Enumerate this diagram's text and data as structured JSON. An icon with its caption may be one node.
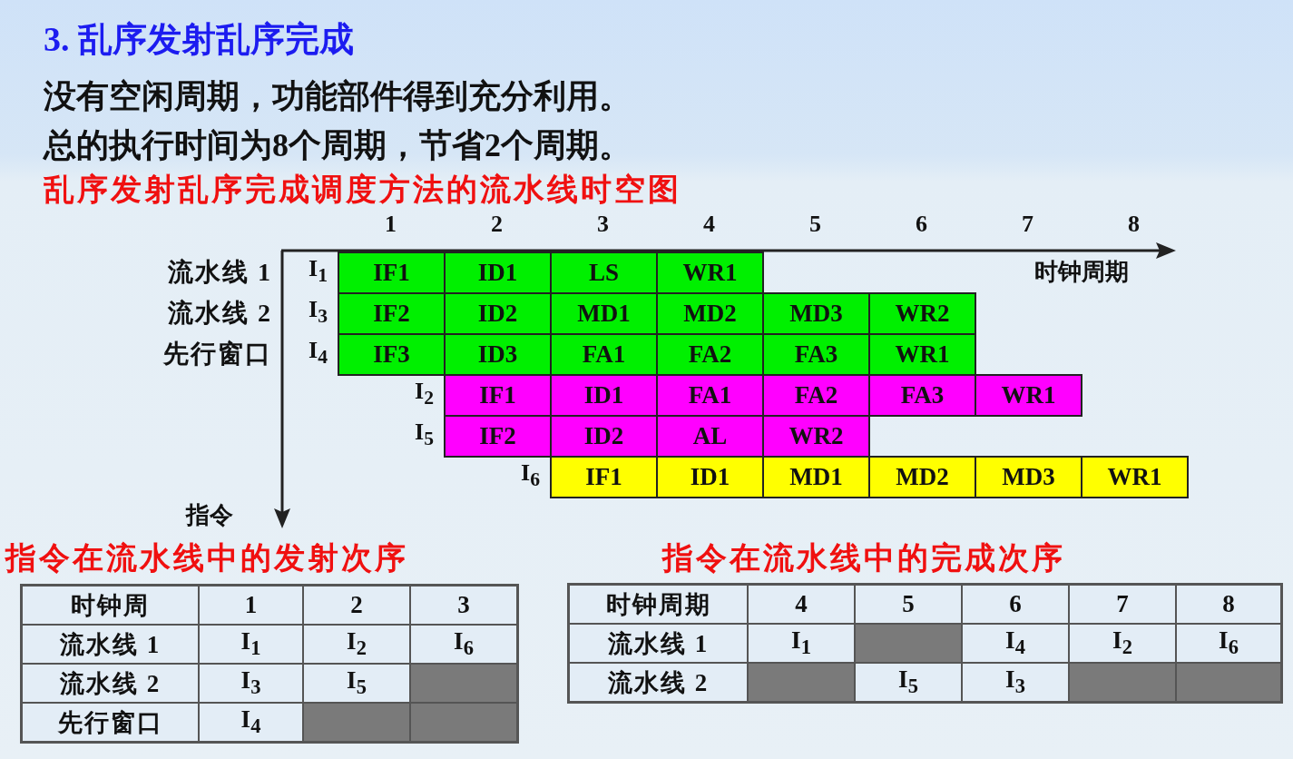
{
  "diagram": {
    "title": "3. 乱序发射乱序完成",
    "labels": [
      "没有空闲周期，功能部件得到充分利用。",
      "总的执行时间为8个周期，节省2个周期。",
      "乱序发射乱序完成调度方法的流水线时空图",
      "1",
      "2",
      "3",
      "4",
      "5",
      "6",
      "7",
      "8",
      "流水线 1",
      "I$_{1}$",
      "IF1",
      "ID1",
      "LS",
      "WR1",
      "时钟周期",
      "流水线 2",
      "I$_{3}$",
      "IF2",
      "ID2",
      "MD1",
      "MD2",
      "MD3",
      "WR2",
      "先行窗口",
      "I$_{4}$",
      "IF3",
      "ID3",
      "FA1",
      "FA2",
      "FA3",
      "WR1",
      "I$_{2}$",
      "IF1",
      "ID1",
      "FA1",
      "FA2",
      "FA3",
      "WR1",
      "I$_{5}$",
      "IF2",
      "ID2",
      "AL",
      "WR2",
      "I$_{6}$",
      "IF1",
      "ID1",
      "MD1",
      "MD2",
      "MD3",
      "WR1",
      "指令",
      "指令在流水线中的发射次序",
      "指令在流水线中的完成次序",
      "时钟周",
      "1",
      "2",
      "3",
      "流水线 1",
      "I$_{1}$",
      "I$_{2}$",
      "I$_{6}$",
      "流水线 2",
      "I$_{3}$",
      "I$_{5}$",
      "先行窗口",
      "I$_{4}$",
      "时钟周期",
      "4",
      "5",
      "6",
      "7",
      "8",
      "流水线 1",
      "I$_{1}$",
      "I$_{4}$",
      "I$_{2}$",
      "I$_{6}$",
      "流水线 2",
      "I$_{5}$",
      "I$_{3}$"
    ]
  }
}
